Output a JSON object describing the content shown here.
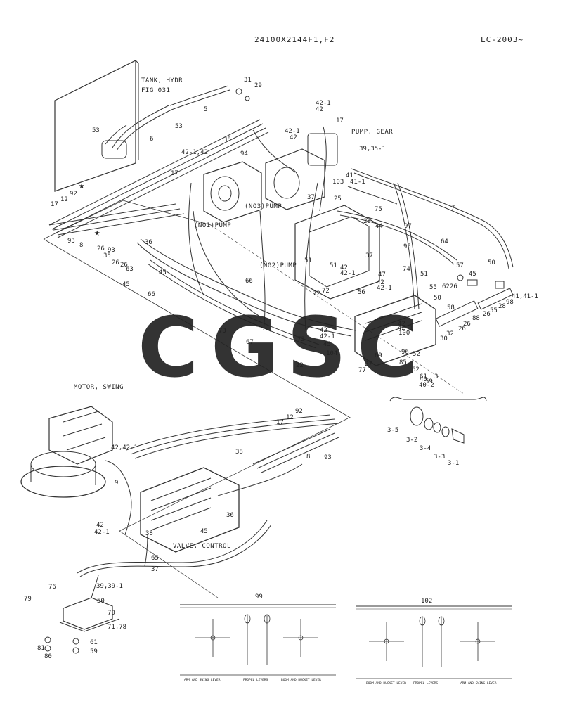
{
  "header": {
    "part_no": "24100X2144F1,F2",
    "serial": "LC-2003~"
  },
  "captions": {
    "tank": "TANK, HYDR",
    "fig": "FIG 031",
    "pump_gear": "PUMP, GEAR",
    "no1": "(NO1)PUMP",
    "no2": "(NO2)PUMP",
    "no3": "(NO3)PUMP",
    "motor": "MOTOR, SWING",
    "valve": "VALVE, CONTROL"
  },
  "inset_99": {
    "title": "99",
    "labels": [
      "ARM AND SWING LEVER",
      "PROPEL LEVERS",
      "BOOM AND BUCKET LEVER"
    ]
  },
  "inset_102": {
    "title": "102",
    "labels": [
      "BOOM AND BUCKET LEVER",
      "PROPEL LEVERS",
      "ARM AND SWING LEVER"
    ]
  },
  "watermark": {
    "letters": [
      "C",
      "G",
      "S",
      "C"
    ],
    "colors": [
      "#4f86ec",
      "#e8453c",
      "#f9bb2d",
      "#35a853"
    ]
  },
  "callouts": [
    {
      "id": "c1",
      "text": "31"
    },
    {
      "id": "c2",
      "text": "29"
    },
    {
      "id": "c3",
      "text": "5"
    },
    {
      "id": "c4",
      "text": "53"
    },
    {
      "id": "c5",
      "text": "53"
    },
    {
      "id": "c6",
      "text": "6"
    },
    {
      "id": "c7",
      "text": "42-1"
    },
    {
      "id": "c8",
      "text": "42"
    },
    {
      "id": "c9",
      "text": "17"
    },
    {
      "id": "c10",
      "text": "42-1"
    },
    {
      "id": "c11",
      "text": "42"
    },
    {
      "id": "c12",
      "text": "38"
    },
    {
      "id": "c13",
      "text": "42-1,42"
    },
    {
      "id": "c14",
      "text": "94"
    },
    {
      "id": "c15",
      "text": "17"
    },
    {
      "id": "c16",
      "text": "39,35-1"
    },
    {
      "id": "c17",
      "text": "41"
    },
    {
      "id": "c18",
      "text": "41-1"
    },
    {
      "id": "c19",
      "text": "103"
    },
    {
      "id": "c20",
      "text": "37"
    },
    {
      "id": "c21",
      "text": "25"
    },
    {
      "id": "c22",
      "text": "75"
    },
    {
      "id": "c23",
      "text": "7"
    },
    {
      "id": "c24",
      "text": "92"
    },
    {
      "id": "c25",
      "text": "12"
    },
    {
      "id": "c26",
      "text": "17"
    },
    {
      "id": "c27",
      "text": "93"
    },
    {
      "id": "c28",
      "text": "8"
    },
    {
      "id": "c29",
      "text": "36"
    },
    {
      "id": "c30",
      "text": "93"
    },
    {
      "id": "c31",
      "text": "26"
    },
    {
      "id": "c32",
      "text": "35"
    },
    {
      "id": "c33",
      "text": "26"
    },
    {
      "id": "c34",
      "text": "26"
    },
    {
      "id": "c35",
      "text": "63"
    },
    {
      "id": "c36",
      "text": "45"
    },
    {
      "id": "c37",
      "text": "45"
    },
    {
      "id": "c38",
      "text": "66"
    },
    {
      "id": "c39",
      "text": "66"
    },
    {
      "id": "c40",
      "text": "28"
    },
    {
      "id": "c41",
      "text": "44"
    },
    {
      "id": "c42",
      "text": "97"
    },
    {
      "id": "c43",
      "text": "95"
    },
    {
      "id": "c44",
      "text": "64"
    },
    {
      "id": "c45",
      "text": "51"
    },
    {
      "id": "c46",
      "text": "37"
    },
    {
      "id": "c47",
      "text": "51"
    },
    {
      "id": "c48",
      "text": "42"
    },
    {
      "id": "c49",
      "text": "42-1"
    },
    {
      "id": "c50",
      "text": "47"
    },
    {
      "id": "c51",
      "text": "42"
    },
    {
      "id": "c52",
      "text": "42-1"
    },
    {
      "id": "c53",
      "text": "74"
    },
    {
      "id": "c54",
      "text": "51"
    },
    {
      "id": "c55",
      "text": "55"
    },
    {
      "id": "c56",
      "text": "72"
    },
    {
      "id": "c57",
      "text": "72"
    },
    {
      "id": "c58",
      "text": "56"
    },
    {
      "id": "c59",
      "text": "57"
    },
    {
      "id": "c60",
      "text": "45"
    },
    {
      "id": "c61",
      "text": "50"
    },
    {
      "id": "c62",
      "text": "62"
    },
    {
      "id": "c63",
      "text": "50"
    },
    {
      "id": "c64",
      "text": "41,41-1"
    },
    {
      "id": "c65",
      "text": "98"
    },
    {
      "id": "c66",
      "text": "26"
    },
    {
      "id": "c67",
      "text": "28"
    },
    {
      "id": "c68",
      "text": "55"
    },
    {
      "id": "c69",
      "text": "26"
    },
    {
      "id": "c70",
      "text": "88"
    },
    {
      "id": "c71",
      "text": "26"
    },
    {
      "id": "c72",
      "text": "26"
    },
    {
      "id": "c73",
      "text": "32"
    },
    {
      "id": "c74",
      "text": "30"
    },
    {
      "id": "c75",
      "text": "58"
    },
    {
      "id": "c76",
      "text": "73"
    },
    {
      "id": "c77",
      "text": "67"
    },
    {
      "id": "c78",
      "text": "42"
    },
    {
      "id": "c79",
      "text": "42-1"
    },
    {
      "id": "c80",
      "text": "100"
    },
    {
      "id": "c81",
      "text": "42"
    },
    {
      "id": "c82",
      "text": "42-1"
    },
    {
      "id": "c83",
      "text": "72"
    },
    {
      "id": "c84",
      "text": "45"
    },
    {
      "id": "c85",
      "text": "104"
    },
    {
      "id": "c86",
      "text": "22"
    },
    {
      "id": "c87",
      "text": "96"
    },
    {
      "id": "c88",
      "text": "52"
    },
    {
      "id": "c89",
      "text": "85"
    },
    {
      "id": "c90",
      "text": "27"
    },
    {
      "id": "c91",
      "text": "69"
    },
    {
      "id": "c92",
      "text": "77"
    },
    {
      "id": "c93",
      "text": "40"
    },
    {
      "id": "c94",
      "text": "40-2"
    },
    {
      "id": "c95",
      "text": "62"
    },
    {
      "id": "c96",
      "text": "61"
    },
    {
      "id": "c97",
      "text": "59"
    },
    {
      "id": "c98",
      "text": "3"
    },
    {
      "id": "c99",
      "text": "3-5"
    },
    {
      "id": "c100",
      "text": "3-2"
    },
    {
      "id": "c101",
      "text": "3-4"
    },
    {
      "id": "c102",
      "text": "3-3"
    },
    {
      "id": "c103",
      "text": "3-1"
    },
    {
      "id": "c104",
      "text": "42,42-1"
    },
    {
      "id": "c105",
      "text": "92"
    },
    {
      "id": "c106",
      "text": "12"
    },
    {
      "id": "c107",
      "text": "17"
    },
    {
      "id": "c108",
      "text": "38"
    },
    {
      "id": "c109",
      "text": "8"
    },
    {
      "id": "c110",
      "text": "93"
    },
    {
      "id": "c111",
      "text": "9"
    },
    {
      "id": "c112",
      "text": "36"
    },
    {
      "id": "c113",
      "text": "42"
    },
    {
      "id": "c114",
      "text": "42-1"
    },
    {
      "id": "c115",
      "text": "45"
    },
    {
      "id": "c116",
      "text": "38"
    },
    {
      "id": "c117",
      "text": "65"
    },
    {
      "id": "c118",
      "text": "37"
    },
    {
      "id": "c119",
      "text": "76"
    },
    {
      "id": "c120",
      "text": "39,39-1"
    },
    {
      "id": "c121",
      "text": "79"
    },
    {
      "id": "c122",
      "text": "50"
    },
    {
      "id": "c123",
      "text": "70"
    },
    {
      "id": "c124",
      "text": "71,78"
    },
    {
      "id": "c125",
      "text": "61"
    },
    {
      "id": "c126",
      "text": "81"
    },
    {
      "id": "c127",
      "text": "59"
    },
    {
      "id": "c128",
      "text": "80"
    }
  ]
}
